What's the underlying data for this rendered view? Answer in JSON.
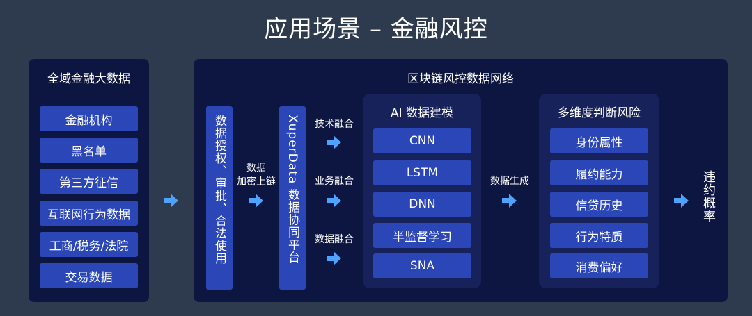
{
  "title": "应用场景 – 金融风控",
  "left_panel": {
    "heading": "全域金融大数据",
    "items": [
      "金融机构",
      "黑名单",
      "第三方征信",
      "互联网行为数据",
      "工商/税务/法院",
      "交易数据"
    ]
  },
  "right_panel": {
    "heading": "区块链风控数据网络",
    "auth_bar": "数据授权、审批、合法使用",
    "upchain_label_1": "数据",
    "upchain_label_2": "加密上链",
    "platform_bar": "XuperData 数据协同平台",
    "fusion_labels": [
      "技术融合",
      "业务融合",
      "数据融合"
    ],
    "ai": {
      "heading": "AI 数据建模",
      "items": [
        "CNN",
        "LSTM",
        "DNN",
        "半监督学习",
        "SNA"
      ]
    },
    "generate_label": "数据生成",
    "risk": {
      "heading": "多维度判断风险",
      "items": [
        "身份属性",
        "履约能力",
        "信贷历史",
        "行为特质",
        "消费偏好"
      ]
    },
    "output": "违约概率"
  },
  "colors": {
    "background": "#2e3a4e",
    "panel": "#0d1640",
    "inner_panel": "#17225a",
    "button": "#2b46b7",
    "arrow": "#4da3ff"
  },
  "icons": {
    "arrow": "right-arrow-icon"
  }
}
